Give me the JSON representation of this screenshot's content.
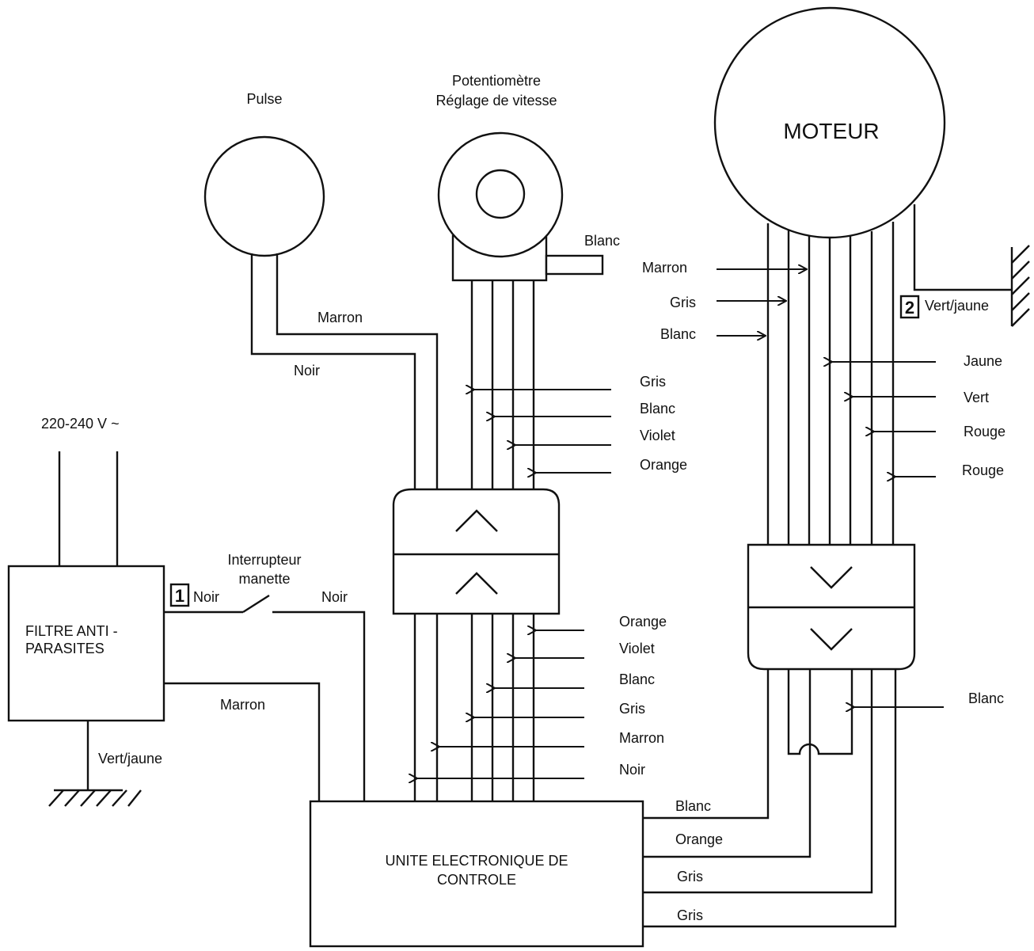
{
  "components": {
    "pulse": "Pulse",
    "potentiometer_line1": "Potentiomètre",
    "potentiometer_line2": "Réglage de vitesse",
    "motor": "MOTEUR",
    "filter_line1": "FILTRE ANTI -",
    "filter_line2": "PARASITES",
    "switch_line1": "Interrupteur",
    "switch_line2": "manette",
    "control_line1": "UNITE ELECTRONIQUE DE",
    "control_line2": "CONTROLE",
    "voltage": "220-240 V ~"
  },
  "markers": {
    "m1": "1",
    "m2": "2"
  },
  "wire_labels": {
    "pulse_marron": "Marron",
    "pulse_noir": "Noir",
    "pot_blanc": "Blanc",
    "pot_gris": "Gris",
    "pot_blanc2": "Blanc",
    "pot_violet": "Violet",
    "pot_orange": "Orange",
    "filter_noir": "Noir",
    "switch_noir": "Noir",
    "filter_marron": "Marron",
    "filter_vertjaune": "Vert/jaune",
    "low_orange": "Orange",
    "low_violet": "Violet",
    "low_blanc": "Blanc",
    "low_gris": "Gris",
    "low_marron": "Marron",
    "low_noir": "Noir",
    "mot_marron": "Marron",
    "mot_gris": "Gris",
    "mot_blanc": "Blanc",
    "mot_vertjaune": "Vert/jaune",
    "mot_jaune": "Jaune",
    "mot_vert": "Vert",
    "mot_rouge1": "Rouge",
    "mot_rouge2": "Rouge",
    "mot_low_blanc": "Blanc",
    "cu_blanc": "Blanc",
    "cu_orange": "Orange",
    "cu_gris1": "Gris",
    "cu_gris2": "Gris"
  },
  "colors": {
    "ink": "#111111",
    "background": "#ffffff"
  }
}
